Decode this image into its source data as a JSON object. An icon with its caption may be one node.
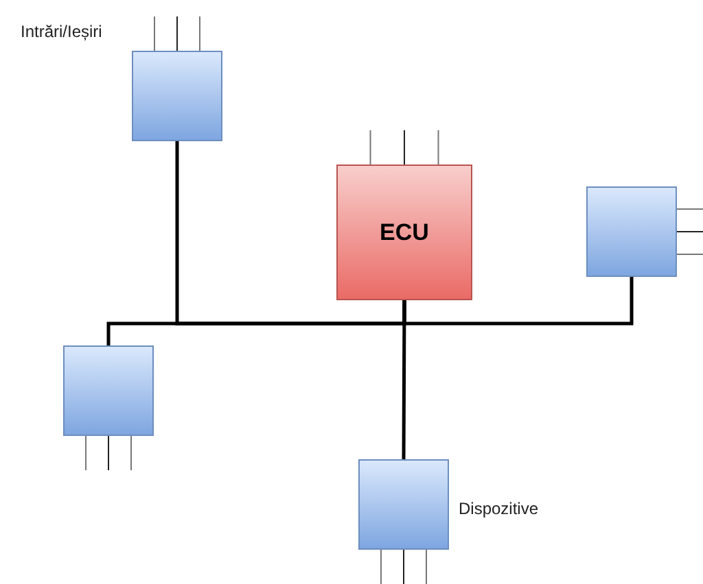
{
  "diagram": {
    "nodes": [
      {
        "text": [],
        "shape": "box",
        "beside": [
          "Intrări/Ieșiri"
        ]
      },
      {
        "text": [
          "ECU"
        ]
      },
      {
        "text": [],
        "shape": "box"
      },
      {
        "text": [],
        "shape": "box"
      },
      {
        "text": [],
        "shape": "box",
        "beside": [
          "Dispozitive"
        ]
      }
    ],
    "edges": [
      {
        "from": 1,
        "to": 0,
        "arrow": "none"
      },
      {
        "from": 1,
        "to": 2,
        "arrow": "none"
      },
      {
        "from": 1,
        "to": 3,
        "arrow": "none"
      },
      {
        "from": 1,
        "to": 4,
        "arrow": "none"
      }
    ]
  }
}
